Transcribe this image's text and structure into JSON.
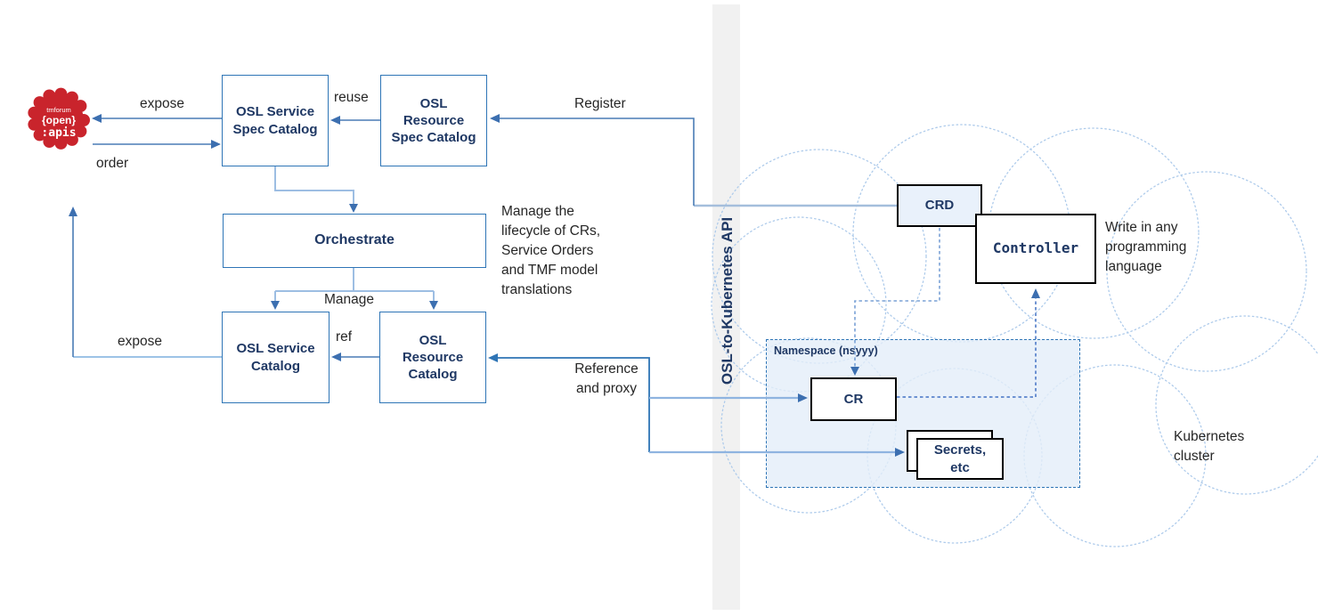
{
  "badge": {
    "top": "tmforum",
    "mid": "{open}",
    "bottom": ":apis"
  },
  "bar": {
    "label": "OSL-to-Kubernetes API"
  },
  "boxes": {
    "service_spec": "OSL Service\nSpec Catalog",
    "resource_spec": "OSL\nResource\nSpec Catalog",
    "orchestrate": "Orchestrate",
    "service_catalog": "OSL Service\nCatalog",
    "resource_catalog": "OSL\nResource\nCatalog",
    "crd": "CRD",
    "controller": "Controller",
    "cr": "CR",
    "secrets": "Secrets,\netc",
    "namespace_label": "Namespace (nsyyy)"
  },
  "labels": {
    "expose_top": "expose",
    "order": "order",
    "reuse": "reuse",
    "register": "Register",
    "manage": "Manage",
    "ref": "ref",
    "expose_bottom": "expose",
    "reference_proxy": "Reference\nand proxy",
    "lifecycle_note": "Manage the\nlifecycle of CRs,\nService Orders\nand TMF model\ntranslations",
    "write_any": "Write in any\nprogramming\nlanguage",
    "kubernetes_cluster": "Kubernetes\ncluster"
  },
  "colors": {
    "badge_red": "#C9242C",
    "box_border_blue": "#2E75B6",
    "navy_text": "#1F3864",
    "connector_mid": "#4A7CB5",
    "connector_light": "#9DBEE3",
    "connector_dark": "#2E74B5",
    "dashed_light": "#7BA2D6",
    "dashed_mid": "#4472C4",
    "cloud_dot": "#AECBEB",
    "namespace_fill": "#E7EFF8",
    "crd_fill": "#E9F1FB",
    "api_bar_gray": "#F1F1F1"
  }
}
